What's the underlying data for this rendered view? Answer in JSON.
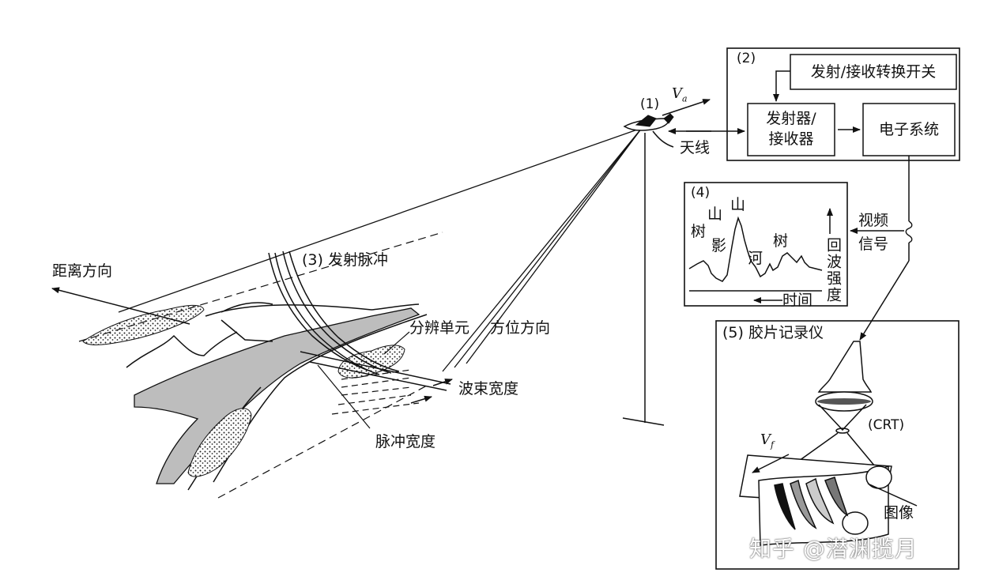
{
  "labels": {
    "range_direction": "距离方向",
    "transmit_pulse": "(3) 发射脉冲",
    "resolution_cell": "分辨单元",
    "azimuth_direction": "方位方向",
    "beam_width": "波束宽度",
    "pulse_width": "脉冲宽度",
    "aircraft_number": "(1)",
    "velocity": "V",
    "velocity_sub": "a",
    "antenna": "天线",
    "system_number": "(2)",
    "switch": "发射/接收转换开关",
    "transceiver_line1": "发射器/",
    "transceiver_line2": "接收器",
    "electronics": "电子系统",
    "video_signal_line1": "视频",
    "video_signal_line2": "信号",
    "echo_number": "(4)",
    "echo_tree_left": "树",
    "echo_mountain_1": "山",
    "echo_shadow": "影",
    "echo_mountain_2": "山",
    "echo_river": "河",
    "echo_tree_right": "树",
    "echo_intensity": "回波强度",
    "time": "时间",
    "film_recorder": "(5) 胶片记录仪",
    "crt": "(CRT)",
    "film_velocity": "V",
    "film_velocity_sub": "f",
    "image": "图像",
    "watermark": "知乎 @潜渊揽月"
  }
}
